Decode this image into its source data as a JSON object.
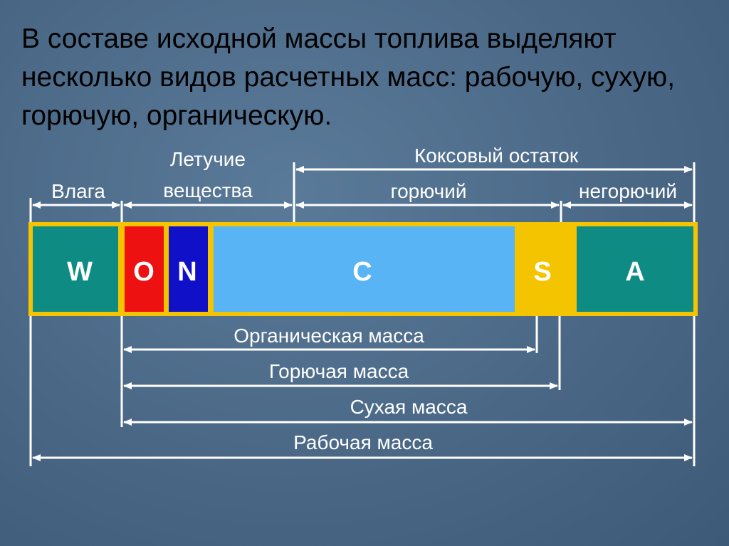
{
  "title_lines": [
    "В составе исходной массы топлива выделяют",
    "несколько видов расчетных масс: рабочую, сухую,",
    "горючую, органическую."
  ],
  "top_labels": {
    "moisture": "Влага",
    "volatile_line1": "Летучие",
    "volatile_line2": "вещества",
    "coke_residue": "Коксовый остаток",
    "combustible": "горючий",
    "noncombustible": "негорючий"
  },
  "segments": [
    {
      "letter": "W",
      "color": "#0e8c83"
    },
    {
      "letter": "O",
      "color": "#ee1111"
    },
    {
      "letter": "N",
      "color": "#1010c8"
    },
    {
      "letter": "C",
      "color": "#58b4f4"
    },
    {
      "letter": "S",
      "color": "#f4c400"
    },
    {
      "letter": "A",
      "color": "#0e8c83"
    }
  ],
  "bar_border_color": "#f4c400",
  "bottom_labels": {
    "organic": "Органическая масса",
    "combustible_mass": "Горючая масса",
    "dry_mass": "Сухая масса",
    "working_mass": "Рабочая масса"
  }
}
